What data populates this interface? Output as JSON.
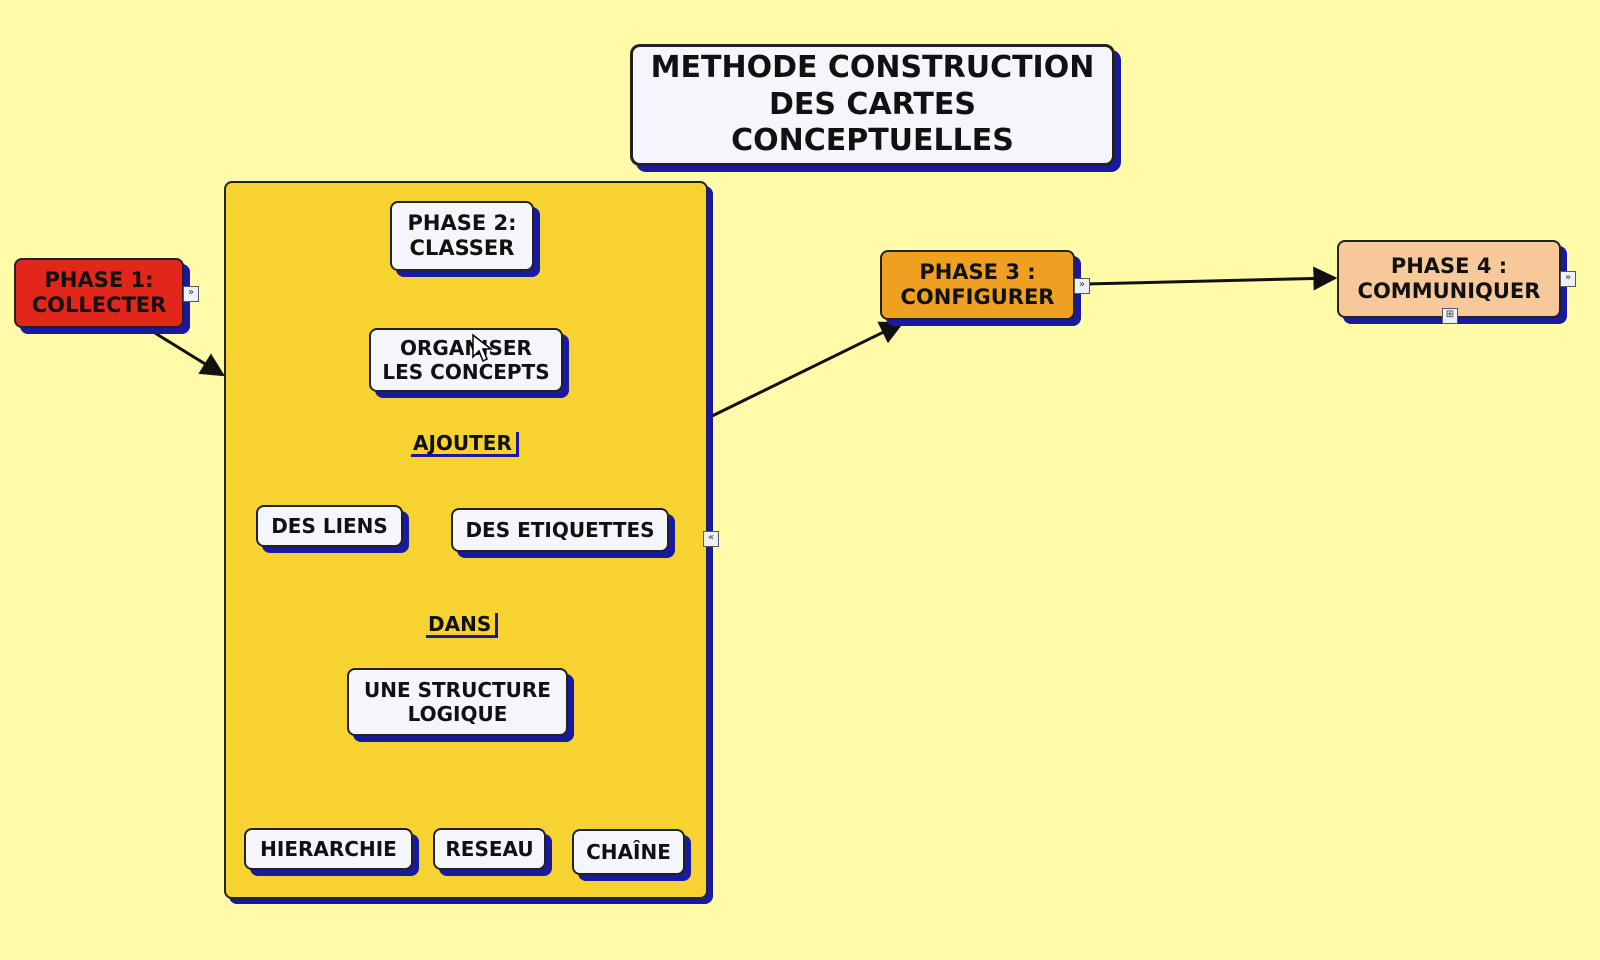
{
  "title": "METHODE CONSTRUCTION\nDES CARTES\nCONCEPTUELLES",
  "phases": {
    "phase1": "PHASE 1:\nCOLLECTER",
    "phase2": "PHASE 2:\nCLASSER",
    "phase3": "PHASE 3 :\nCONFIGURER",
    "phase4": "PHASE 4 :\nCOMMUNIQUER"
  },
  "concepts": {
    "organiser": "ORGANISER\nLES CONCEPTS",
    "liens": "DES LIENS",
    "etiquettes": "DES ETIQUETTES",
    "structure": "UNE STRUCTURE\nLOGIQUE",
    "hierarchie": "HIERARCHIE",
    "reseau": "RESEAU",
    "chaine": "CHAÎNE"
  },
  "link_labels": {
    "ajouter": "AJOUTER",
    "dans": "DANS"
  },
  "colors": {
    "background": "#fffba8",
    "container": "#f6d330",
    "phase1": "#e3261c",
    "phase3": "#f0a020",
    "phase4": "#f7c99a",
    "shadow": "#1a1aa0"
  },
  "icons": {
    "expand": "»",
    "collapse": "«",
    "submap": "⊞"
  }
}
